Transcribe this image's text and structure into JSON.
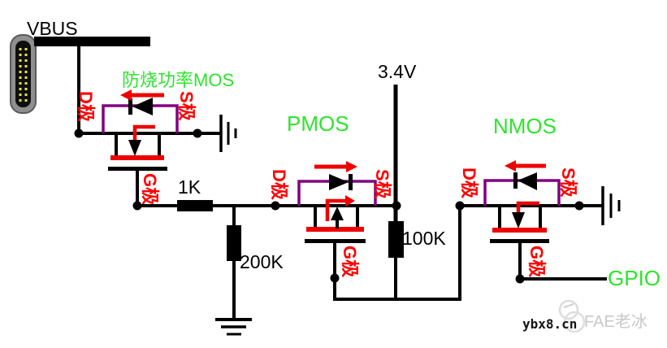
{
  "schematic": {
    "vbus_label": "VBUS",
    "protect_mos_label": "防烧功率MOS",
    "pmos_label": "PMOS",
    "nmos_label": "NMOS",
    "supply_label": "3.4V",
    "gpio_label": "GPIO",
    "resistors": {
      "r1": "1K",
      "r2": "200K",
      "r3": "100K"
    },
    "terminals": {
      "drain": "D极",
      "source": "S极",
      "gate": "G极"
    }
  },
  "watermark": {
    "site": "ybx8.cn",
    "author": "FAE老冰"
  },
  "colors": {
    "label_green": "#2ee42e",
    "terminal_red": "#ff0000",
    "body_diode_purple": "#800080",
    "wire_black": "#000000",
    "watermark_gray": "#c9c9c9",
    "usb_pin_yellow": "#e6e23c",
    "usb_shell_gray": "#8f8f8f"
  }
}
